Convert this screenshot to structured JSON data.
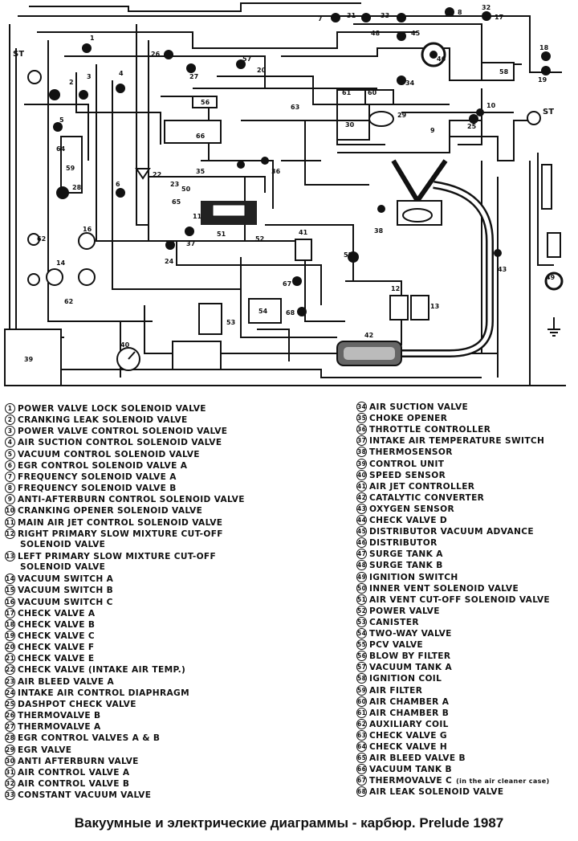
{
  "diagram": {
    "callouts": {
      "st_left": "ST",
      "st_right": "ST",
      "n1": "1",
      "n2": "2",
      "n3": "3",
      "n4": "4",
      "n5": "5",
      "n6": "6",
      "n7": "7",
      "n8": "8",
      "n9": "9",
      "n10": "10",
      "n12": "12",
      "n13": "13",
      "n14": "14",
      "n16": "16",
      "n17": "17",
      "n18": "18",
      "n19": "19",
      "n20": "20",
      "n22": "22",
      "n23": "23",
      "n24": "24",
      "n25": "25",
      "n26": "26",
      "n27": "27",
      "n28": "28",
      "n29": "29",
      "n30": "30",
      "n31": "31",
      "n32": "32",
      "n33": "33",
      "n34": "34",
      "n35": "35",
      "n36": "36",
      "n37": "37",
      "n38": "38",
      "n39": "39",
      "n40": "40",
      "n41": "41",
      "n42": "42",
      "n43": "43",
      "n45": "45",
      "n46": "46",
      "n48": "48",
      "n49": "49",
      "n50": "50",
      "n51": "51",
      "n53": "53",
      "n54": "54",
      "n55": "55",
      "n56": "56",
      "n57": "57",
      "n58": "58",
      "n59": "59",
      "n60": "60",
      "n61": "61",
      "n62": "62",
      "n62b": "62",
      "n63": "63",
      "n64": "64",
      "n65": "65",
      "n66": "66",
      "n67": "67",
      "n68": "68",
      "n11": "11",
      "n52": "52"
    }
  },
  "legend_left": [
    {
      "num": "1",
      "label": "POWER VALVE LOCK SOLENOID VALVE"
    },
    {
      "num": "2",
      "label": "CRANKING LEAK SOLENOID VALVE"
    },
    {
      "num": "3",
      "label": "POWER VALVE CONTROL SOLENOID VALVE"
    },
    {
      "num": "4",
      "label": "AIR SUCTION CONTROL SOLENOID VALVE"
    },
    {
      "num": "5",
      "label": "VACUUM CONTROL SOLENOID VALVE"
    },
    {
      "num": "6",
      "label": "EGR CONTROL SOLENOID VALVE A"
    },
    {
      "num": "7",
      "label": "FREQUENCY SOLENOID VALVE A"
    },
    {
      "num": "8",
      "label": "FREQUENCY SOLENOID VALVE B"
    },
    {
      "num": "9",
      "label": "ANTI-AFTERBURN CONTROL SOLENOID VALVE"
    },
    {
      "num": "10",
      "label": "CRANKING OPENER SOLENOID VALVE"
    },
    {
      "num": "11",
      "label": "MAIN AIR JET CONTROL SOLENOID VALVE"
    },
    {
      "num": "12",
      "label": "RIGHT PRIMARY SLOW MIXTURE CUT-OFF"
    },
    {
      "num": "",
      "label": "SOLENOID VALVE"
    },
    {
      "num": "13",
      "label": "LEFT PRIMARY SLOW MIXTURE CUT-OFF"
    },
    {
      "num": "",
      "label": "SOLENOID VALVE"
    },
    {
      "num": "14",
      "label": "VACUUM SWITCH A"
    },
    {
      "num": "15",
      "label": "VACUUM SWITCH B"
    },
    {
      "num": "16",
      "label": "VACUUM SWITCH C"
    },
    {
      "num": "17",
      "label": "CHECK VALVE A"
    },
    {
      "num": "18",
      "label": "CHECK VALVE B"
    },
    {
      "num": "19",
      "label": "CHECK VALVE C"
    },
    {
      "num": "20",
      "label": "CHECK VALVE F"
    },
    {
      "num": "21",
      "label": "CHECK VALVE E"
    },
    {
      "num": "22",
      "label": "CHECK VALVE (INTAKE AIR TEMP.)"
    },
    {
      "num": "23",
      "label": "AIR BLEED VALVE A"
    },
    {
      "num": "24",
      "label": "INTAKE AIR CONTROL DIAPHRAGM"
    },
    {
      "num": "25",
      "label": "DASHPOT CHECK VALVE"
    },
    {
      "num": "26",
      "label": "THERMOVALVE B"
    },
    {
      "num": "27",
      "label": "THERMOVALVE A"
    },
    {
      "num": "28",
      "label": "EGR CONTROL VALVES A & B"
    },
    {
      "num": "29",
      "label": "EGR VALVE"
    },
    {
      "num": "30",
      "label": "ANTI AFTERBURN VALVE"
    },
    {
      "num": "31",
      "label": "AIR CONTROL VALVE A"
    },
    {
      "num": "32",
      "label": "AIR CONTROL VALVE B"
    },
    {
      "num": "33",
      "label": "CONSTANT VACUUM VALVE"
    }
  ],
  "legend_right": [
    {
      "num": "34",
      "label": "AIR SUCTION VALVE"
    },
    {
      "num": "35",
      "label": "CHOKE OPENER"
    },
    {
      "num": "36",
      "label": "THROTTLE CONTROLLER"
    },
    {
      "num": "37",
      "label": "INTAKE AIR TEMPERATURE SWITCH"
    },
    {
      "num": "38",
      "label": "THERMOSENSOR"
    },
    {
      "num": "39",
      "label": "CONTROL UNIT"
    },
    {
      "num": "40",
      "label": "SPEED SENSOR"
    },
    {
      "num": "41",
      "label": "AIR JET CONTROLLER"
    },
    {
      "num": "42",
      "label": "CATALYTIC CONVERTER"
    },
    {
      "num": "43",
      "label": "OXYGEN SENSOR"
    },
    {
      "num": "44",
      "label": "CHECK VALVE D"
    },
    {
      "num": "45",
      "label": "DISTRIBUTOR VACUUM ADVANCE"
    },
    {
      "num": "46",
      "label": "DISTRIBUTOR"
    },
    {
      "num": "47",
      "label": "SURGE TANK A"
    },
    {
      "num": "48",
      "label": "SURGE TANK B"
    },
    {
      "num": "49",
      "label": "IGNITION SWITCH"
    },
    {
      "num": "50",
      "label": "INNER VENT SOLENOID VALVE"
    },
    {
      "num": "51",
      "label": "AIR VENT CUT-OFF SOLENOID VALVE"
    },
    {
      "num": "52",
      "label": "POWER VALVE"
    },
    {
      "num": "53",
      "label": "CANISTER"
    },
    {
      "num": "54",
      "label": "TWO-WAY VALVE"
    },
    {
      "num": "55",
      "label": "PCV VALVE"
    },
    {
      "num": "56",
      "label": "BLOW BY FILTER"
    },
    {
      "num": "57",
      "label": "VACUUM TANK A"
    },
    {
      "num": "58",
      "label": "IGNITION COIL"
    },
    {
      "num": "59",
      "label": "AIR FILTER"
    },
    {
      "num": "60",
      "label": "AIR CHAMBER A"
    },
    {
      "num": "61",
      "label": "AIR CHAMBER B"
    },
    {
      "num": "62",
      "label": "AUXILIARY COIL"
    },
    {
      "num": "63",
      "label": "CHECK VALVE G"
    },
    {
      "num": "64",
      "label": "CHECK VALVE H"
    },
    {
      "num": "65",
      "label": "AIR BLEED VALVE B"
    },
    {
      "num": "66",
      "label": "VACUUM TANK B"
    },
    {
      "num": "67",
      "label": "THERMOVALVE C",
      "note": "(in the air cleaner case)"
    },
    {
      "num": "68",
      "label": "AIR LEAK SOLENOID VALVE"
    }
  ],
  "caption": "Вакуумные и электрические диаграммы - карбюр. Prelude 1987"
}
